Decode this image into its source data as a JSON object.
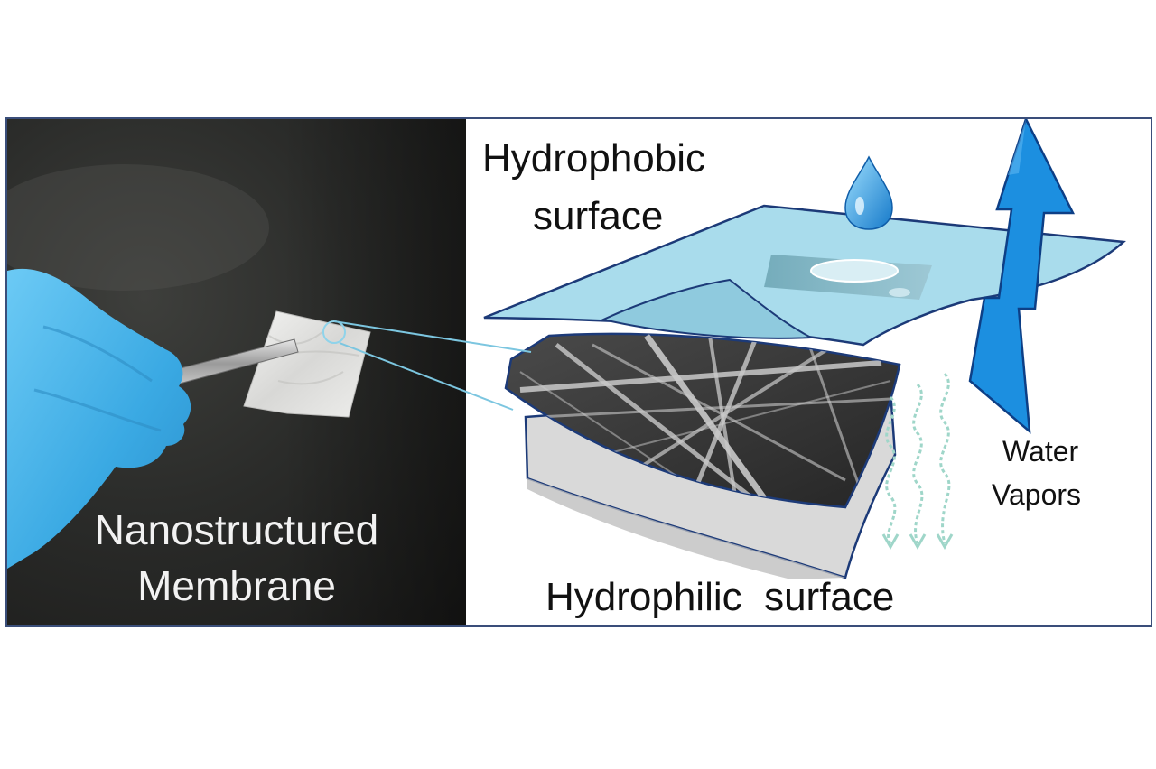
{
  "photo": {
    "caption_line1": "Nanostructured",
    "caption_line2": "Membrane"
  },
  "diagram": {
    "top_label_line1": "Hydrophobic",
    "top_label_line2": "surface",
    "bottom_label": "Hydrophilic  surface",
    "vapor_label_line1": "Water",
    "vapor_label_line2": "Vapors"
  },
  "colors": {
    "frame": "#3a4e7a",
    "glove": "#4fb6ea",
    "top_layer": "#a9dcec",
    "arrow": "#1c8fe0",
    "vapor": "#9fd6c9"
  }
}
